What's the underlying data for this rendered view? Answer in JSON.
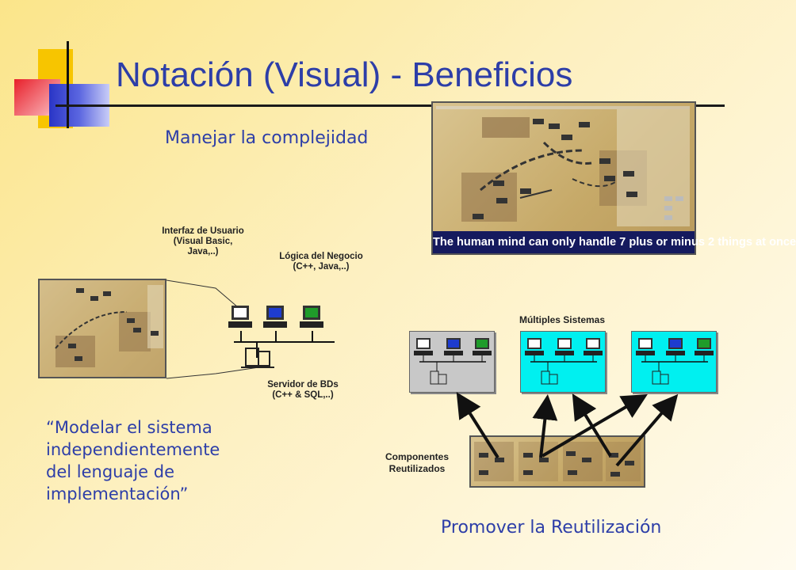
{
  "slide": {
    "title": "Notación (Visual) - Beneficios",
    "section_complexity": "Manejar la complejidad",
    "section_reuse": "Promover la Reutilización",
    "quote_lines": [
      "“Modelar el sistema",
      "independientemente",
      "del lenguaje de",
      "implementación”"
    ]
  },
  "complexity_image": {
    "banner": "The  human mind can only handle 7 plus or minus 2 things at once"
  },
  "architecture": {
    "ui_label": [
      "Interfaz de Usuario",
      "(Visual Basic,",
      "Java,..)"
    ],
    "logic_label": [
      "Lógica del Negocio",
      "(C++, Java,..)"
    ],
    "db_label": [
      "Servidor de BDs",
      "(C++ & SQL,..)"
    ]
  },
  "reuse": {
    "systems_label": "Múltiples Sistemas",
    "components_label": [
      "Componentes",
      "Reutilizados"
    ]
  },
  "colors": {
    "title": "#2d3ea8",
    "panel_gray": "#c8c8c8",
    "panel_cyan": "#00f0f0",
    "banner": "#151a5e"
  }
}
